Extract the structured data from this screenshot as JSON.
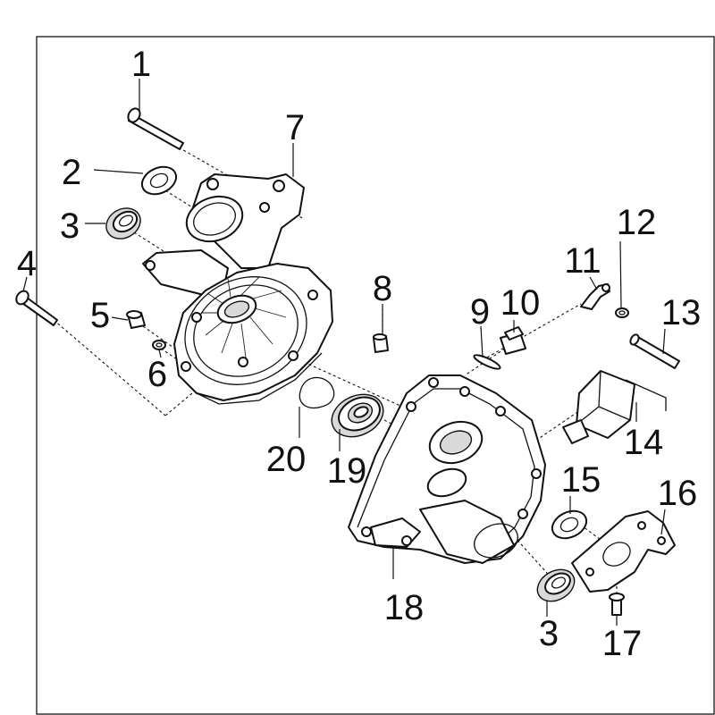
{
  "diagram": {
    "type": "exploded-parts-view",
    "callouts": [
      "1",
      "2",
      "3",
      "4",
      "5",
      "6",
      "7",
      "8",
      "9",
      "10",
      "11",
      "12",
      "13",
      "14",
      "15",
      "3",
      "16",
      "17",
      "18",
      "19",
      "20"
    ]
  }
}
